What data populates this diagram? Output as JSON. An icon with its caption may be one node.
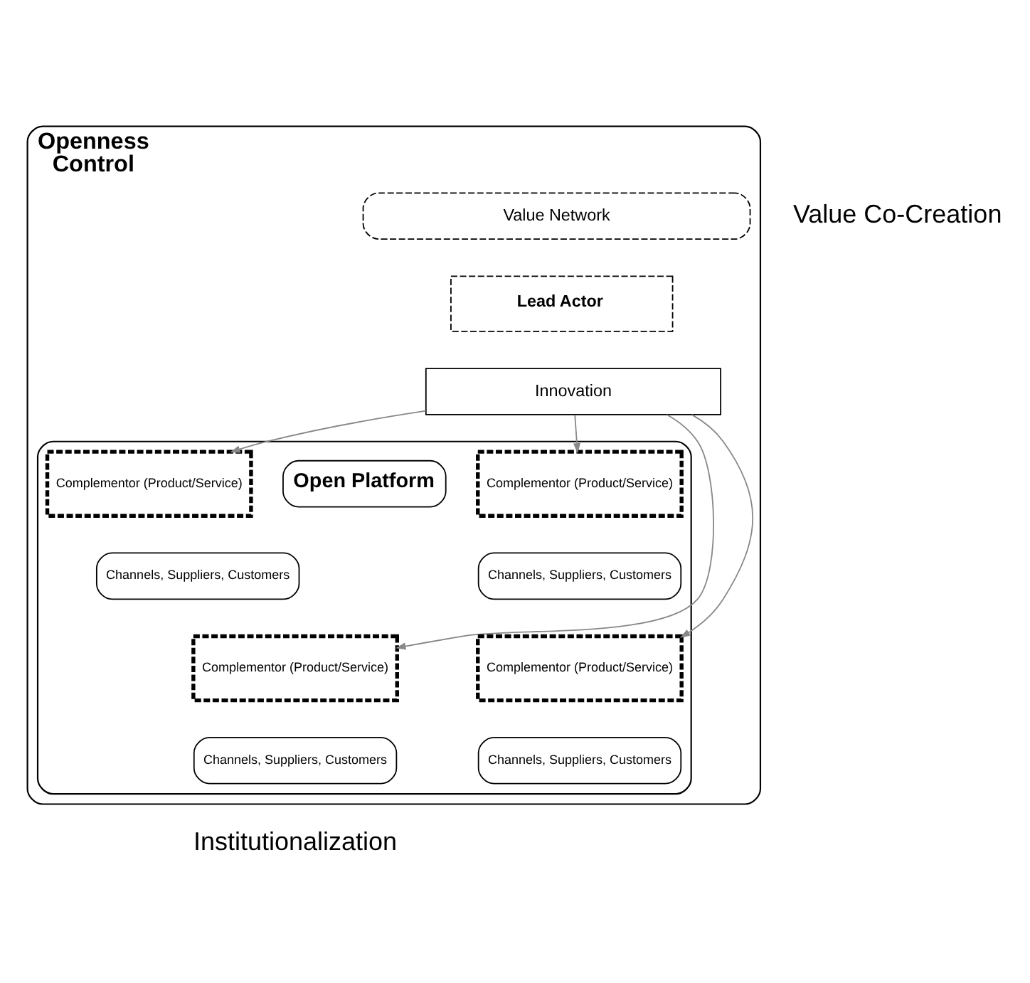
{
  "diagram": {
    "nodes": [
      {
        "text": [
          "Openness",
          "Control"
        ]
      },
      {
        "text": [
          "Value Network"
        ],
        "in": 0
      },
      {
        "text": [
          "Lead Actor"
        ],
        "in": 0
      },
      {
        "text": [
          "Innovation"
        ],
        "in": 0
      },
      {
        "text": [],
        "shape": "box",
        "in": 0
      },
      {
        "text": [
          "Complementor (Product/Service)"
        ],
        "in": 4
      },
      {
        "text": [
          "Open Platform"
        ],
        "in": 4
      },
      {
        "text": [
          "Complementor (Product/Service)"
        ],
        "in": 4
      },
      {
        "text": [
          "Channels, Suppliers, Customers"
        ],
        "in": 4
      },
      {
        "text": [
          "Channels, Suppliers, Customers"
        ],
        "in": 4
      },
      {
        "text": [
          "Complementor (Product/Service)"
        ],
        "in": 4
      },
      {
        "text": [
          "Complementor (Product/Service)"
        ],
        "in": 4
      },
      {
        "text": [
          "Channels, Suppliers, Customers"
        ],
        "in": 4
      },
      {
        "text": [
          "Channels, Suppliers, Customers"
        ],
        "in": 4
      }
    ],
    "edges": [
      {
        "from": 3,
        "to": 5,
        "arrow": "to"
      },
      {
        "from": 3,
        "to": 10,
        "arrow": "to"
      },
      {
        "from": 3,
        "to": 11,
        "arrow": "to"
      },
      {
        "from": 3,
        "to": 7,
        "arrow": "to"
      }
    ],
    "labels": [
      "Value Co-Creation",
      "Institutionalization"
    ]
  }
}
